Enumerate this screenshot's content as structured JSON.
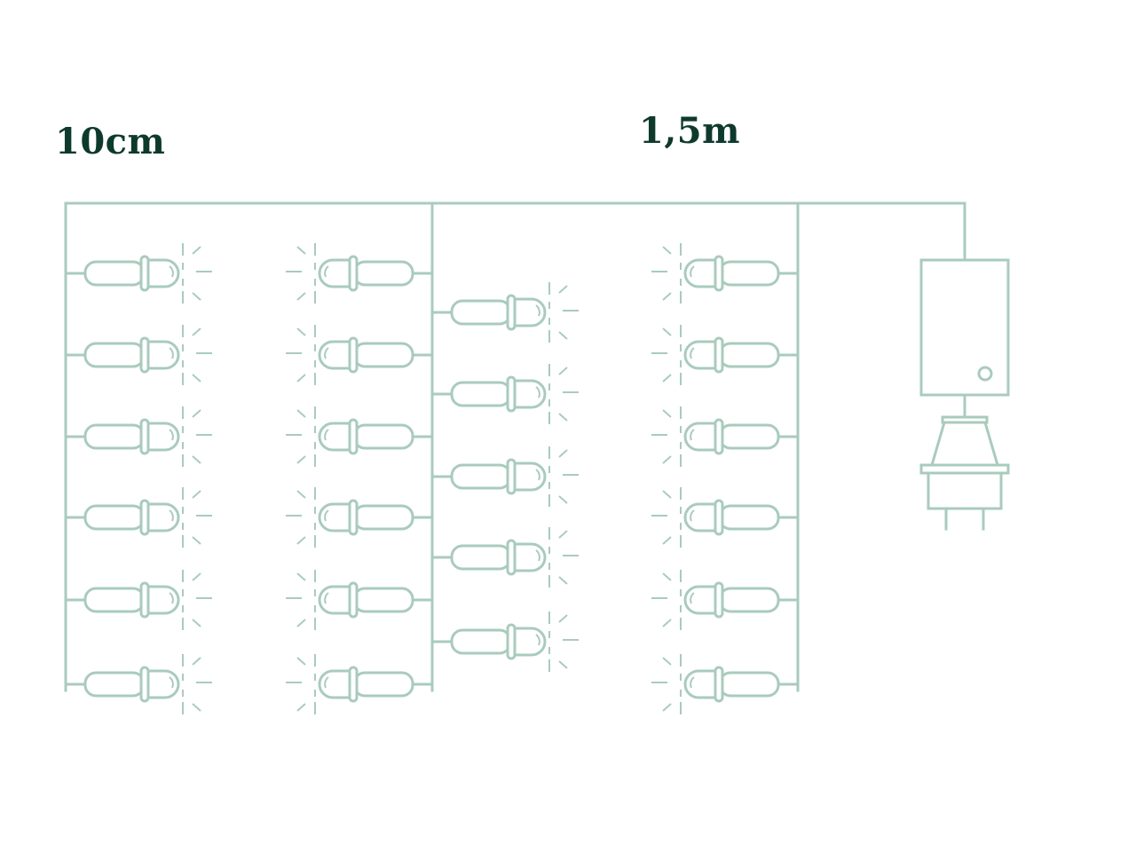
{
  "labels": {
    "spacing": "10cm",
    "length": "1,5m"
  },
  "diagram": {
    "line_color": "#a9cbbd",
    "text_color": "#0d3a2c",
    "strands": [
      {
        "bulbs": 6,
        "facing": "right"
      },
      {
        "bulbs": 6,
        "facing": "left"
      },
      {
        "bulbs": 5,
        "facing": "right"
      },
      {
        "bulbs": 6,
        "facing": "left"
      }
    ],
    "power": {
      "controller": "controller-box-icon",
      "plug": "plug-icon"
    }
  }
}
